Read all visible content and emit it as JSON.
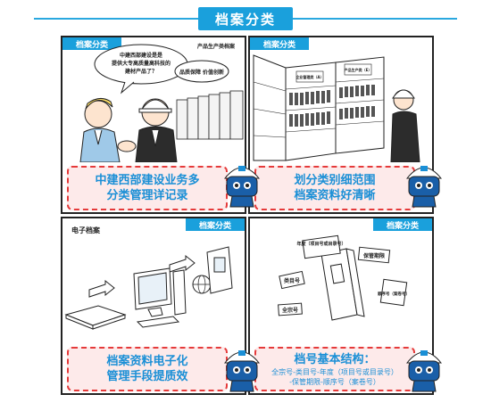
{
  "page": {
    "title": "档案分类"
  },
  "panels": [
    {
      "tag": "档案分类",
      "speech": [
        "中建西部建设是是",
        "提供大专高质量高科技的",
        "建材产品了？"
      ],
      "reply": "品质保障 价值创新",
      "shelf_label": "产品生产类档案",
      "caption": [
        "中建西部建设业务多",
        "分类管理详记录"
      ]
    },
    {
      "tag": "档案分类",
      "shelf_labels": [
        "企业管理类（A）",
        "产品生产类（E）"
      ],
      "caption": [
        "划分类别细范围",
        "档案资料好清晰"
      ]
    },
    {
      "tag": "档案分类",
      "label": "电子档案",
      "caption": [
        "档案资料电子化",
        "管理手段提质效"
      ]
    },
    {
      "tag": "档案分类",
      "cards": [
        "年度（项目号或目录号）",
        "类目号",
        "保管期限",
        "全宗号",
        "顺序号（案卷号）"
      ],
      "caption": [
        "档号基本结构：",
        "全宗号-类目号-年度（项目号或目录号）",
        "-保管期限-顺序号（案卷号）"
      ]
    }
  ]
}
